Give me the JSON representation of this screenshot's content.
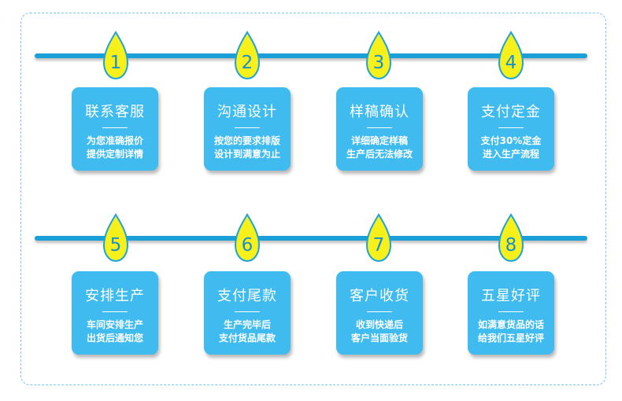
{
  "steps": [
    {
      "num": "1",
      "title": "联系客服",
      "desc1": "为您准确报价",
      "desc2": "提供定制详情"
    },
    {
      "num": "2",
      "title": "沟通设计",
      "desc1": "按您的要求排版",
      "desc2": "设计到满意为止"
    },
    {
      "num": "3",
      "title": "样稿确认",
      "desc1": "详细确定样稿",
      "desc2": "生产后无法修改"
    },
    {
      "num": "4",
      "title": "支付定金",
      "desc1": "支付30%定金",
      "desc2": "进入生产流程"
    },
    {
      "num": "5",
      "title": "安排生产",
      "desc1": "车间安排生产",
      "desc2": "出货后通知您"
    },
    {
      "num": "6",
      "title": "支付尾款",
      "desc1": "生产完毕后",
      "desc2": "支付货品尾款"
    },
    {
      "num": "7",
      "title": "客户收货",
      "desc1": "收到快递后",
      "desc2": "客户当面验货"
    },
    {
      "num": "8",
      "title": "五星好评",
      "desc1": "如满意货品的话",
      "desc2": "给我们五星好评"
    }
  ],
  "colors": {
    "rail": "#1b9fd7",
    "drop_fill": "#f7f01a",
    "drop_outline": "#1aa3de",
    "number": "#1a8fd0",
    "card": "#3fbbf0",
    "frame_border": "#7cc4ea"
  }
}
